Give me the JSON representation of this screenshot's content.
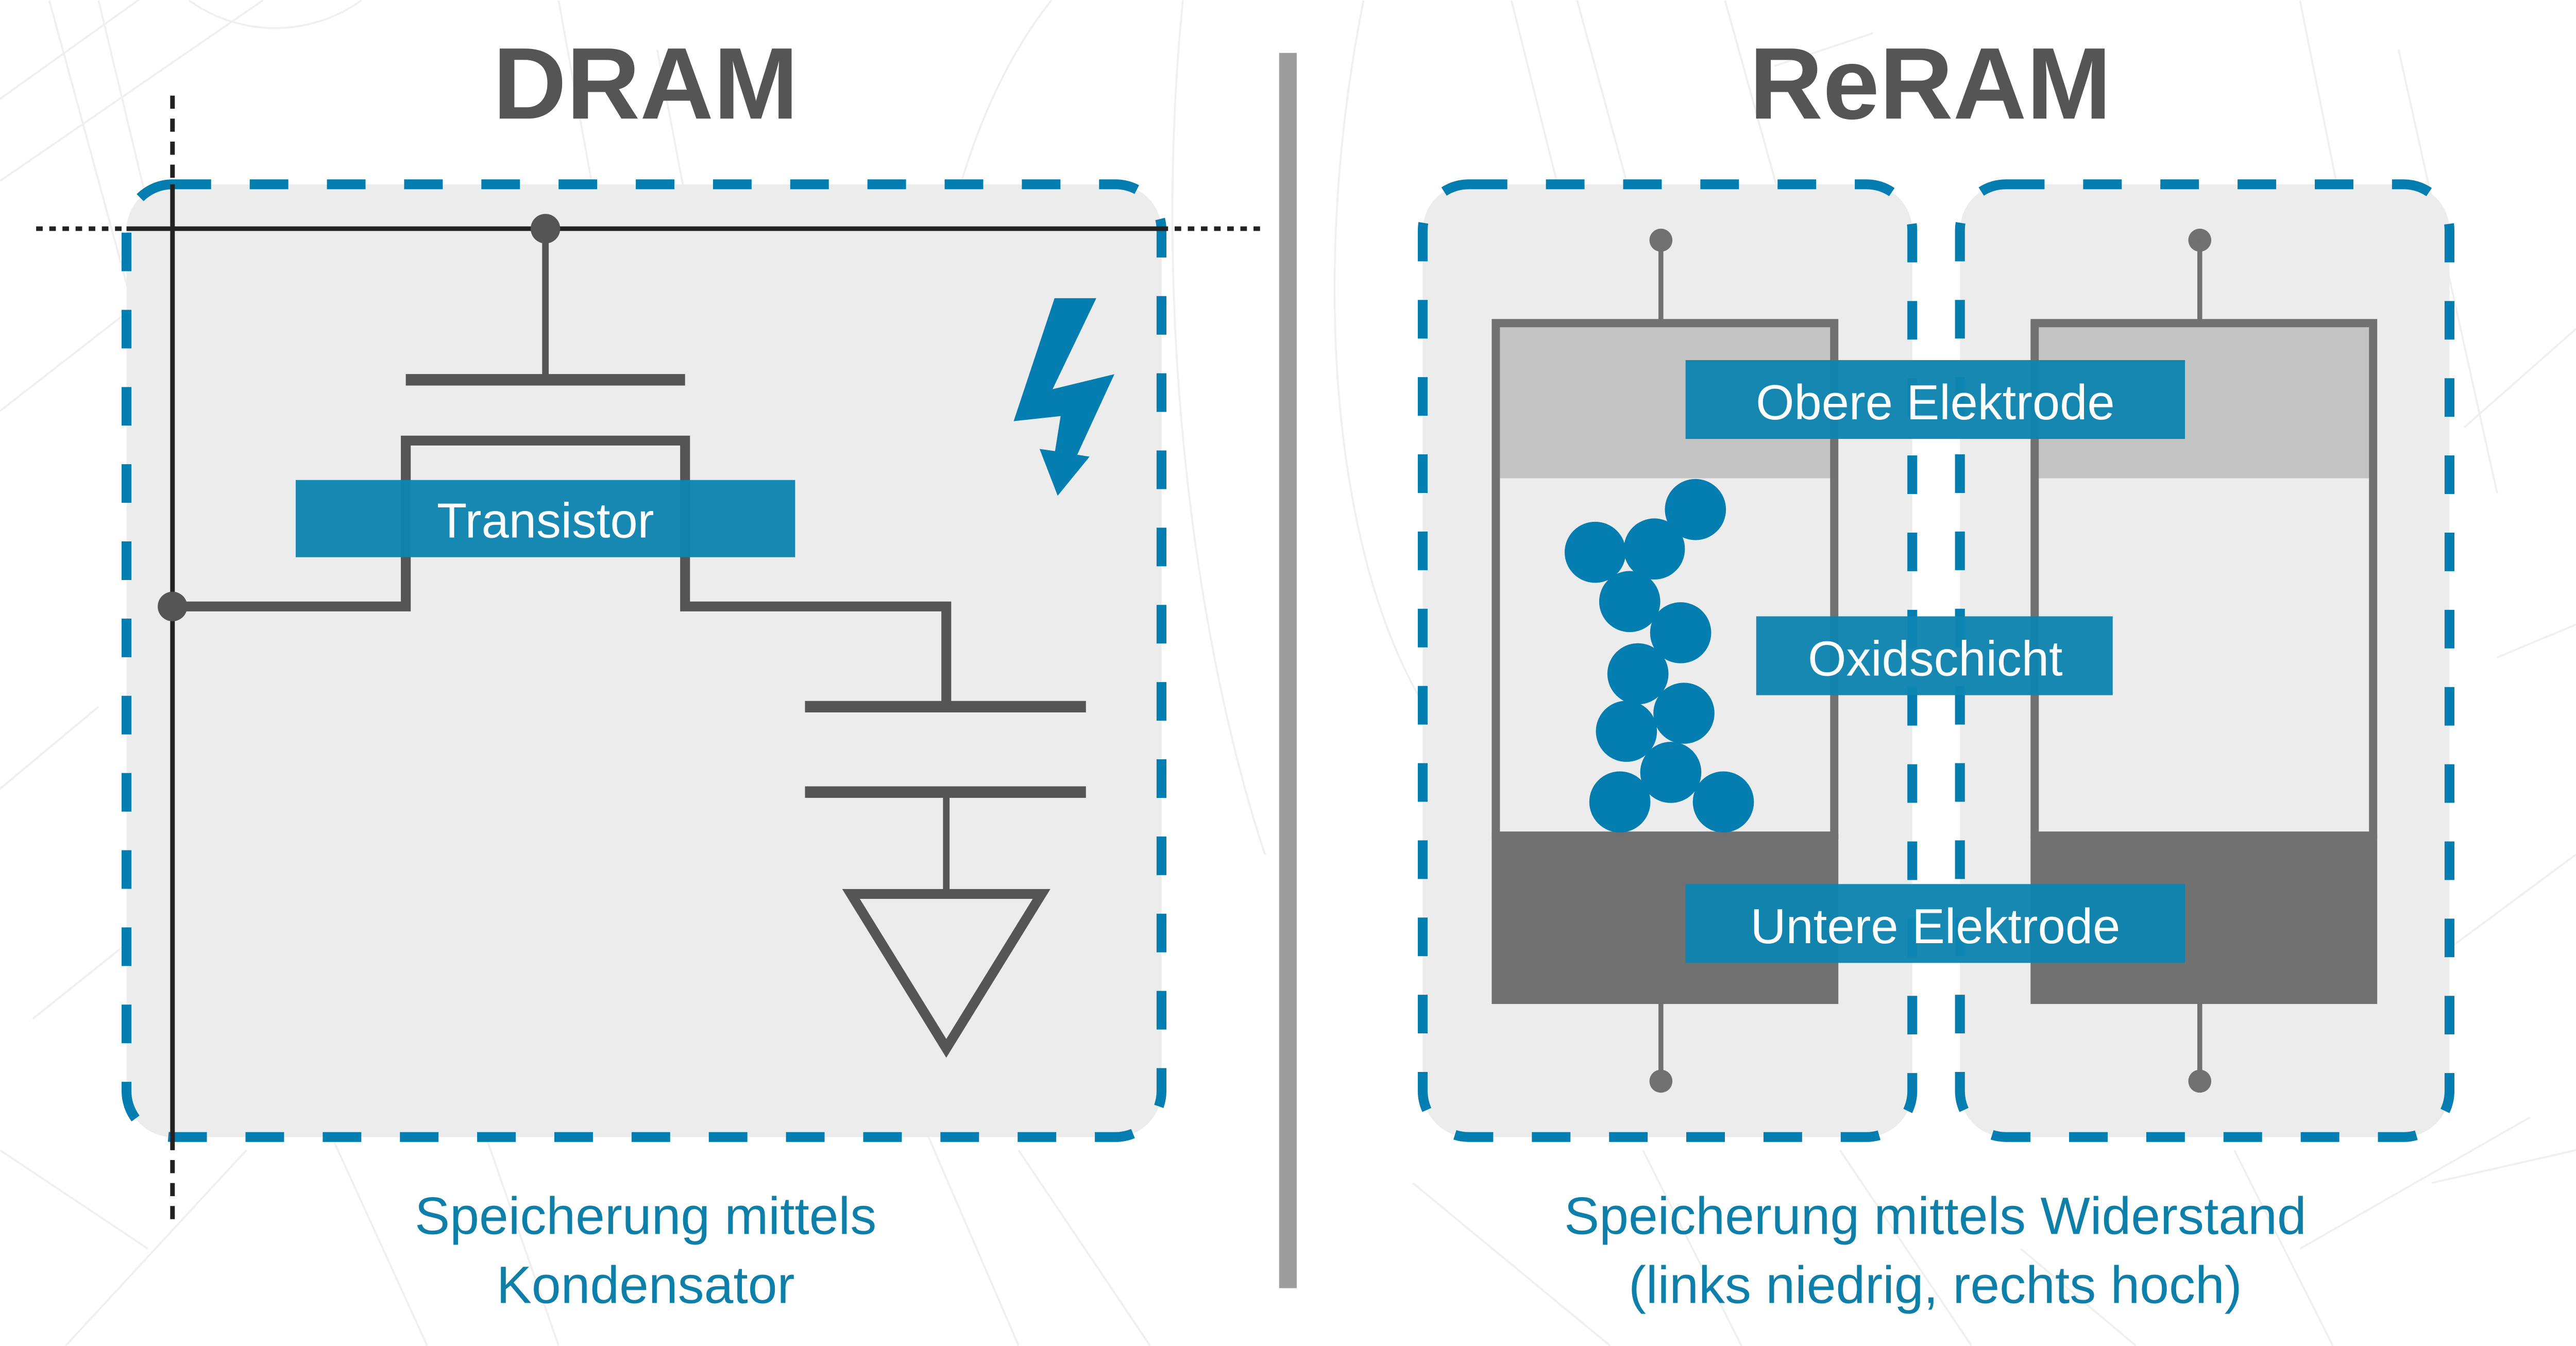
{
  "colors": {
    "accent": "#047db0",
    "label_bg": "#0e84b0",
    "title": "#555555",
    "panel_fill": "#ececec",
    "wire_dark": "#222222",
    "wire_grey": "#555555",
    "top_electrode": "#c4c4c4",
    "bottom_electrode": "#717171",
    "divider": "#9d9d9d"
  },
  "dram": {
    "title": "DRAM",
    "transistor_label": "Transistor",
    "bolt_icon": "lightning-bolt-icon",
    "caption_line1": "Speicherung mittels",
    "caption_line2": "Kondensator"
  },
  "reram": {
    "title": "ReRAM",
    "top_electrode_label": "Obere Elektrode",
    "oxide_label": "Oxidschicht",
    "bottom_electrode_label": "Untere Elektrode",
    "caption_line1": "Speicherung mittels Widerstand",
    "caption_line2": "(links niedrig, rechts hoch)",
    "cells": [
      {
        "name": "low-resistance-cell",
        "filament": true
      },
      {
        "name": "high-resistance-cell",
        "filament": false
      }
    ]
  }
}
